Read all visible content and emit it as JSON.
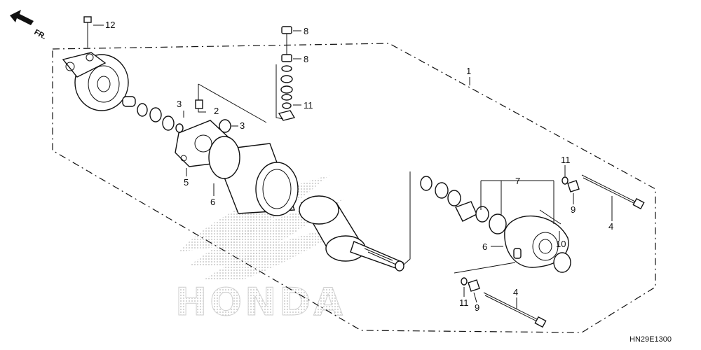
{
  "diagram": {
    "direction_label": "FR.",
    "drawing_code": "HN29E1300",
    "watermark_text": "HONDA",
    "callouts": {
      "c1": "1",
      "c2": "2",
      "c3a": "3",
      "c3b": "3",
      "c4a": "4",
      "c4b": "4",
      "c5": "5",
      "c6a": "6",
      "c6b": "6",
      "c7": "7",
      "c8a": "8",
      "c8b": "8",
      "c9a": "9",
      "c9b": "9",
      "c10": "10",
      "c11a": "11",
      "c11b": "11",
      "c12": "12"
    },
    "colors": {
      "line": "#111111",
      "watermark": "#c8c8c8",
      "background": "#ffffff"
    }
  }
}
